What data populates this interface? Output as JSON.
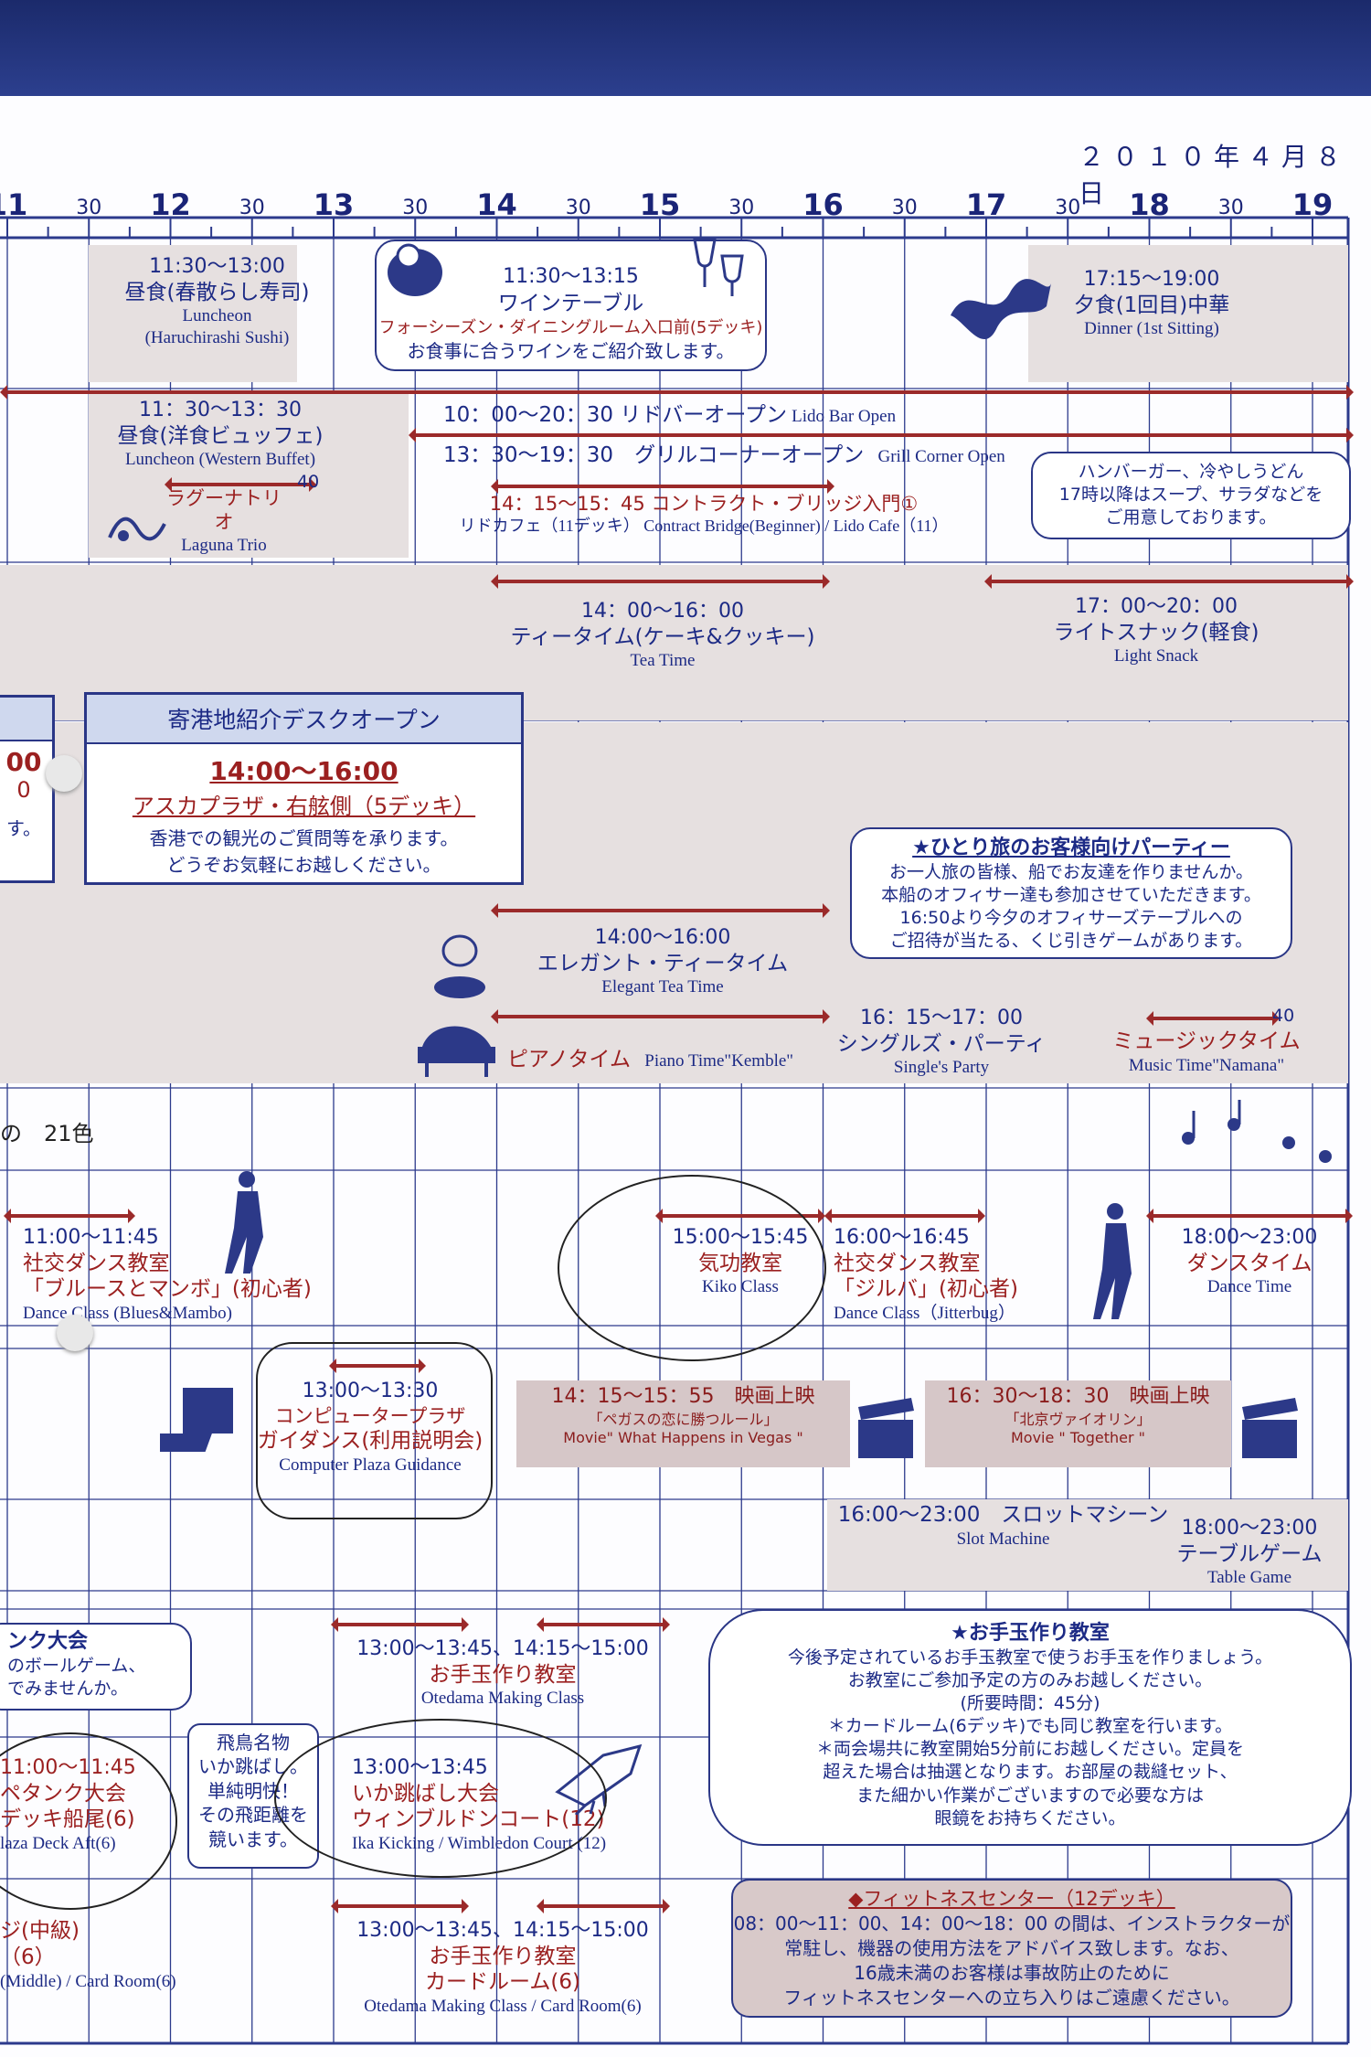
{
  "date": "２０１０年４月８日",
  "hours": [
    "11",
    "12",
    "13",
    "14",
    "15",
    "16",
    "17",
    "18",
    "19"
  ],
  "half": "30",
  "r1": {
    "lunch": {
      "time": "11:30～13:00",
      "ja": "昼食(春散らし寿司)",
      "en1": "Luncheon",
      "en2": "(Haruchirashi Sushi)"
    },
    "wine": {
      "time": "11:30～13:15",
      "ja": "ワインテーブル",
      "loc": "フォーシーズン・ダイニングルーム入口前(5デッキ)",
      "desc": "お食事に合うワインをご紹介致します。"
    },
    "dinner": {
      "time": "17:15～19:00",
      "ja": "夕食(1回目)中華",
      "en": "Dinner (1st Sitting)"
    }
  },
  "r2": {
    "lunch": {
      "time": "11：30～13：30",
      "ja": "昼食(洋食ビュッフェ)",
      "en": "Luncheon (Western Buffet)"
    },
    "trio": {
      "ja": "ラグーナトリオ",
      "en": "Laguna Trio",
      "end": "40"
    },
    "lido": {
      "text": "10：00～20：30 リドバーオープン",
      "en": "Lido Bar Open"
    },
    "grill": {
      "text": "13：30～19：30　グリルコーナーオープン",
      "en": "Grill Corner Open"
    },
    "bridge": {
      "text": "14：15～15：45 コントラクト・ブリッジ入門①",
      "sub": "リドカフェ（11デッキ） Contract Bridge(Beginner)  / Lido Cafe（11）"
    },
    "bubble": [
      "ハンバーガー、冷やしうどん",
      "17時以降はスープ、サラダなどを",
      "ご用意しております。"
    ]
  },
  "r3": {
    "tea": {
      "time": "14：00～16：00",
      "ja": "ティータイム(ケーキ&クッキー)",
      "en": "Tea Time"
    },
    "snack": {
      "time": "17：00～20：00",
      "ja": "ライトスナック(軽食)",
      "en": "Light Snack"
    }
  },
  "r4": {
    "panel": {
      "head": "寄港地紹介デスクオープン",
      "time": "14:00～16:00",
      "loc": "アスカプラザ・右舷側（5デッキ）",
      "d1": "香港での観光のご質問等を承ります。",
      "d2": "どうぞお気軽にお越しください。"
    },
    "left": {
      "a": "00",
      "b": "0",
      "c": "す。"
    },
    "party": {
      "head": "★ひとり旅のお客様向けパーティー",
      "l1": "お一人旅の皆様、船でお友達を作りませんか。",
      "l2": "本船のオフィサー達も参加させていただきます。",
      "l3": "16:50より今夕のオフィサーズテーブルへの",
      "l4": "ご招待が当たる、くじ引きゲームがあります。"
    }
  },
  "r5": {
    "elegant": {
      "time": "14:00～16:00",
      "ja": "エレガント・ティータイム",
      "en": "Elegant Tea Time"
    },
    "piano": {
      "ja": "ピアノタイム",
      "en": "Piano Time\"Kemble\""
    },
    "singles": {
      "time": "16：15～17：00",
      "ja": "シングルズ・パーティ",
      "en": "Single's Party"
    },
    "music": {
      "ja": "ミュージックタイム",
      "en": "Music Time\"Namana\"",
      "end": "40"
    }
  },
  "r6": {
    "note": "の　21色",
    "dance1": {
      "time": "11:00～11:45",
      "ja": "社交ダンス教室",
      "sub": "「ブルースとマンボ」(初心者)",
      "en": "Dance Class (Blues&Mambo)"
    },
    "kiko": {
      "time": "15:00～15:45",
      "ja": "気功教室",
      "en": "Kiko Class"
    },
    "dance2": {
      "time": "16:00～16:45",
      "ja": "社交ダンス教室",
      "sub": "「ジルバ」(初心者)",
      "en": "Dance Class（Jitterbug）"
    },
    "dancetime": {
      "time": "18:00～23:00",
      "ja": "ダンスタイム",
      "en": "Dance Time"
    }
  },
  "r7": {
    "computer": {
      "time": "13:00～13:30",
      "ja1": "コンピュータープラザ",
      "ja2": "ガイダンス(利用説明会)",
      "en": "Computer Plaza Guidance"
    },
    "movie1": {
      "time": "14：15～15：55　映画上映",
      "ja": "「ペガスの恋に勝つルール」",
      "en": "Movie\" What Happens in Vegas \""
    },
    "movie2": {
      "time": "16：30～18：30　映画上映",
      "ja": "「北京ヴァイオリン」",
      "en": "Movie \" Together \""
    }
  },
  "r8": {
    "slot": {
      "time": "16:00～23:00　スロットマシーン",
      "en": "Slot Machine"
    },
    "table": {
      "time": "18:00～23:00",
      "ja": "テーブルゲーム",
      "en": "Table Game"
    }
  },
  "r9": {
    "petanque_bubble": [
      "ンク大会",
      "のボールゲーム、",
      "でみませんか。"
    ],
    "petanque": {
      "time": "11:00～11:45",
      "ja": "ペタンク大会",
      "loc": "デッキ船尾(6)",
      "en": "laza Deck Aft(6)"
    },
    "otedama1": {
      "time": "13:00～13:45、14:15～15:00",
      "ja": "お手玉作り教室",
      "en": "Otedama Making Class"
    },
    "asuka_bubble": [
      "飛鳥名物",
      "いか跳ばし。",
      "単純明快！",
      "その飛距離を",
      "競います。"
    ],
    "ika": {
      "time": "13:00～13:45",
      "ja": "いか跳ばし大会",
      "loc": "ウィンブルドンコート(12)",
      "en": "Ika Kicking / Wimbledon Court (12)"
    },
    "ote_bubble": {
      "head": "★お手玉作り教室",
      "l1": "今後予定されているお手玉教室で使うお手玉を作りましょう。",
      "l2": "お教室にご参加予定の方のみお越しください。",
      "l3": "(所要時間：45分)",
      "l4": "＊カードルーム(6デッキ)でも同じ教室を行います。",
      "l5": "＊両会場共に教室開始5分前にお越しください。定員を",
      "l6": "超えた場合は抽選となります。お部屋の裁縫セット、",
      "l7": "また細かい作業がございますので必要な方は",
      "l8": "眼鏡をお持ちください。"
    }
  },
  "r10": {
    "left": {
      "a": "ジ(中級)",
      "b": "（6）",
      "c": "(Middle) / Card Room(6)"
    },
    "otedama2": {
      "time": "13:00～13:45、14:15～15:00",
      "ja1": "お手玉作り教室",
      "ja2": "カードルーム(6)",
      "en": "Otedama Making Class / Card Room(6)"
    },
    "fitness": {
      "head": "◆フィットネスセンター（12デッキ）",
      "l1": "08：00～11：00、14：00～18：00 の間は、インストラクターが",
      "l2": "常駐し、機器の使用方法をアドバイス致します。なお、",
      "l3": "16歳未満のお客様は事故防止のために",
      "l4": "フィットネスセンターへの立ち入りはご遠慮ください。"
    }
  }
}
